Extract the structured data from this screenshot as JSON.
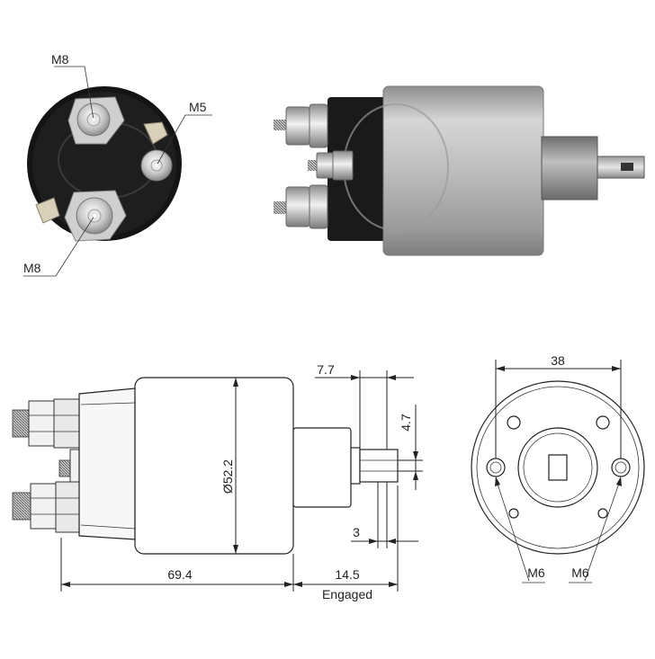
{
  "photo_front_labels": {
    "top": "M8",
    "right": "M5",
    "bottom": "M8"
  },
  "side_view": {
    "dim_body_length": "69.4",
    "dim_travel": "14.5",
    "travel_state": "Engaged",
    "dim_diameter": "Ø52.2",
    "dim_plunger_offset": "7.7",
    "dim_slot_width": "4.7",
    "dim_tab_thickness": "3"
  },
  "end_view": {
    "dim_hole_spacing": "38",
    "hole_label_left": "M6",
    "hole_label_right": "M6"
  },
  "colors": {
    "line": "#222222",
    "body_grey": "#bdbdbd",
    "cap_black": "#1a1a1a"
  }
}
